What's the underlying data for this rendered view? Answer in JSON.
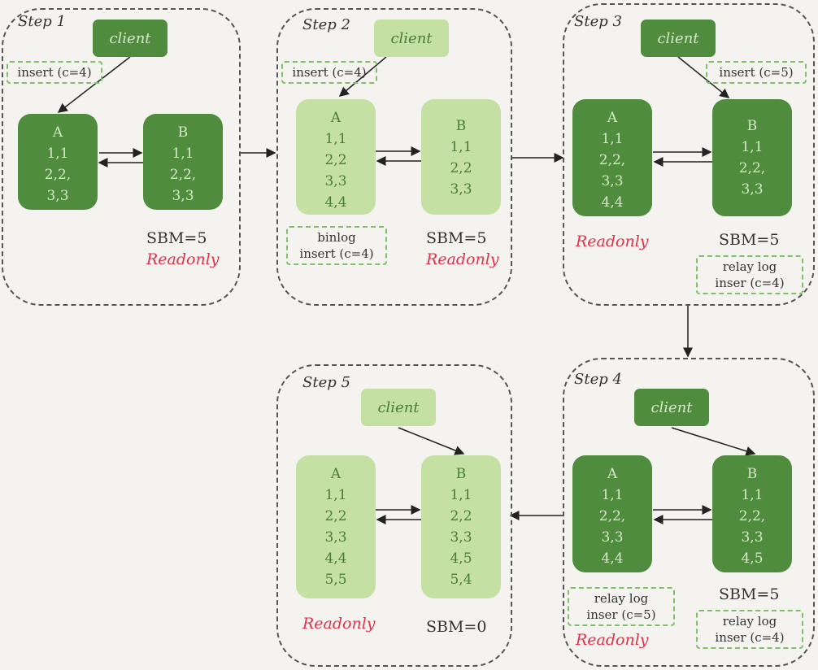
{
  "steps": [
    {
      "title": "Step 1",
      "client": "client",
      "insert": "insert (c=4)",
      "node_a": {
        "name": "A",
        "rows": [
          "1,1",
          "2,2,",
          "3,3"
        ]
      },
      "node_b": {
        "name": "B",
        "rows": [
          "1,1",
          "2,2,",
          "3,3"
        ]
      },
      "sbm": "SBM=5",
      "readonly": "Readonly"
    },
    {
      "title": "Step 2",
      "client": "client",
      "insert": "insert (c=4)",
      "node_a": {
        "name": "A",
        "rows": [
          "1,1",
          "2,2",
          "3,3",
          "4,4"
        ]
      },
      "node_b": {
        "name": "B",
        "rows": [
          "1,1",
          "2,2",
          "3,3"
        ]
      },
      "binlog": [
        "binlog",
        "insert (c=4)"
      ],
      "sbm": "SBM=5",
      "readonly": "Readonly"
    },
    {
      "title": "Step 3",
      "client": "client",
      "insert": "insert (c=5)",
      "node_a": {
        "name": "A",
        "rows": [
          "1,1",
          "2,2,",
          "3,3",
          "4,4"
        ]
      },
      "node_b": {
        "name": "B",
        "rows": [
          "1,1",
          "2,2,",
          "3,3"
        ]
      },
      "readonly": "Readonly",
      "sbm": "SBM=5",
      "relay": [
        "relay log",
        "inser (c=4)"
      ]
    },
    {
      "title": "Step 4",
      "client": "client",
      "node_a": {
        "name": "A",
        "rows": [
          "1,1",
          "2,2,",
          "3,3",
          "4,4"
        ]
      },
      "node_b": {
        "name": "B",
        "rows": [
          "1,1",
          "2,2,",
          "3,3",
          "4,5"
        ]
      },
      "relay_a": [
        "relay log",
        "inser (c=5)"
      ],
      "sbm": "SBM=5",
      "relay_b": [
        "relay log",
        "inser (c=4)"
      ],
      "readonly": "Readonly"
    },
    {
      "title": "Step 5",
      "client": "client",
      "node_a": {
        "name": "A",
        "rows": [
          "1,1",
          "2,2",
          "3,3",
          "4,4",
          "5,5"
        ]
      },
      "node_b": {
        "name": "B",
        "rows": [
          "1,1",
          "2,2",
          "3,3",
          "4,5",
          "5,4"
        ]
      },
      "readonly": "Readonly",
      "sbm": "SBM=0"
    }
  ]
}
